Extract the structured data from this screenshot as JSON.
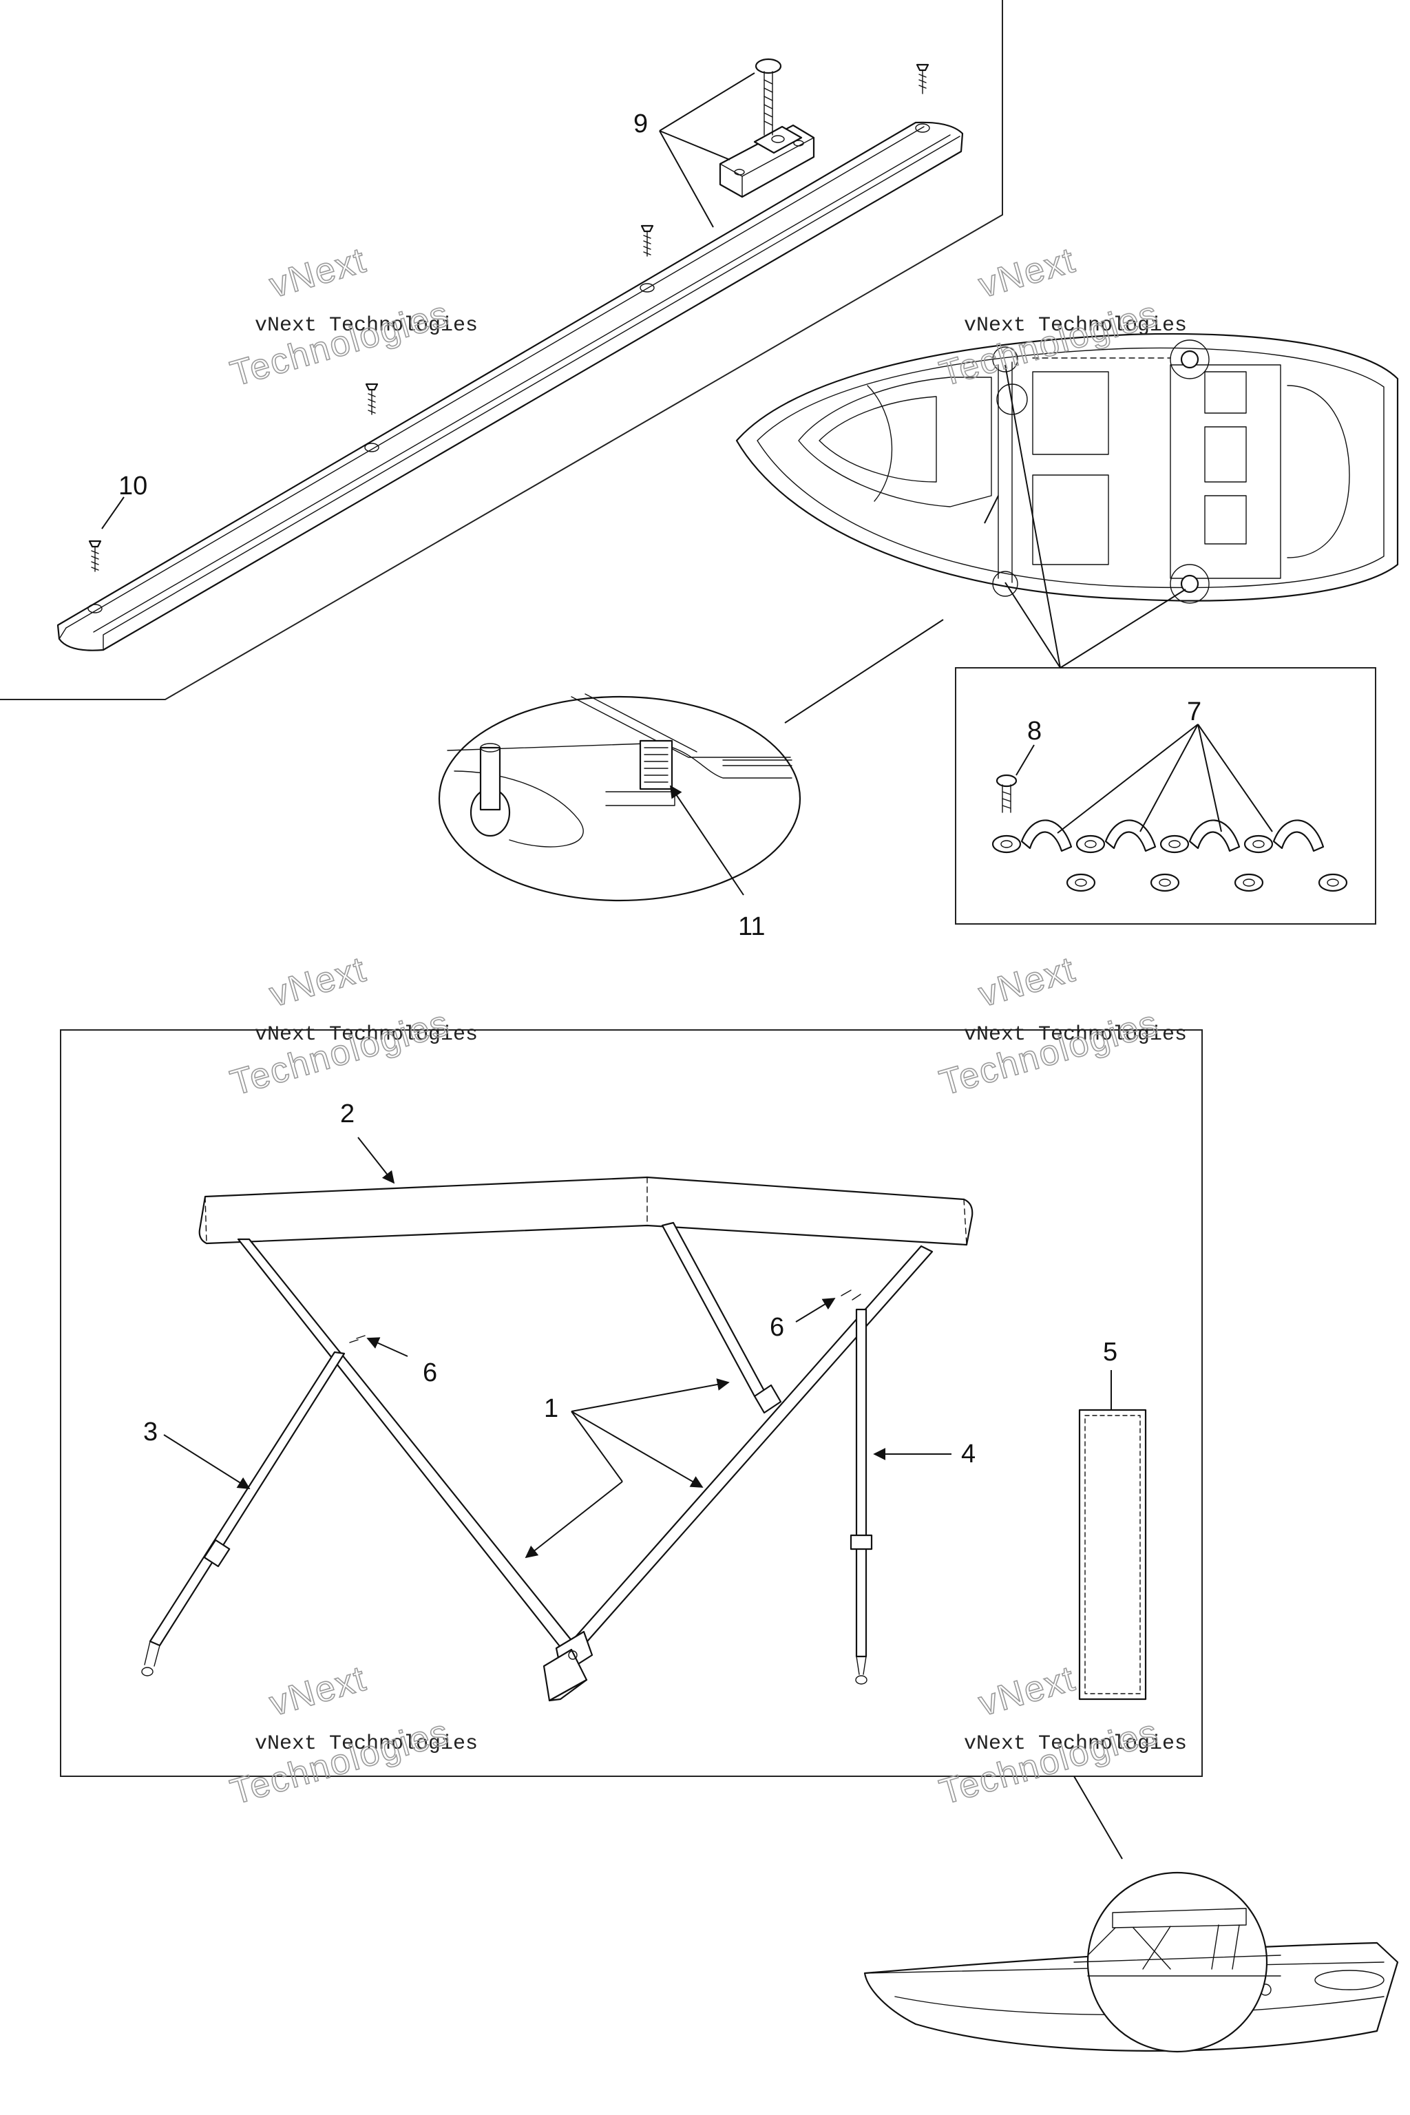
{
  "callouts": {
    "c1": "1",
    "c2": "2",
    "c3": "3",
    "c4": "4",
    "c5": "5",
    "c6a": "6",
    "c6b": "6",
    "c7": "7",
    "c8": "8",
    "c9": "9",
    "c10": "10",
    "c11": "11"
  },
  "watermark": {
    "line1": "vNext Technologies",
    "line2": "vNext",
    "line3": "Technologies"
  }
}
